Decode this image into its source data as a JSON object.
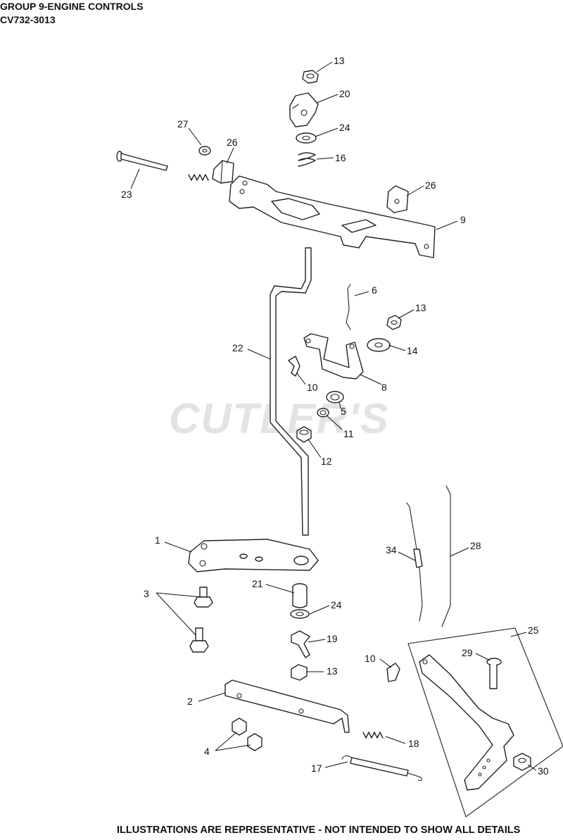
{
  "header": {
    "title": "GROUP 9-ENGINE CONTROLS",
    "model": "CV732-3013"
  },
  "watermark": "CUTLER'S",
  "footer": "ILLUSTRATIONS ARE REPRESENTATIVE - NOT INTENDED TO SHOW ALL DETAILS",
  "callouts": [
    "13",
    "20",
    "24",
    "16",
    "27",
    "26",
    "23",
    "26",
    "9",
    "6",
    "13",
    "22",
    "14",
    "10",
    "8",
    "5",
    "11",
    "12",
    "1",
    "3",
    "21",
    "24",
    "19",
    "13",
    "34",
    "28",
    "25",
    "29",
    "10",
    "2",
    "4",
    "18",
    "17",
    "30"
  ]
}
